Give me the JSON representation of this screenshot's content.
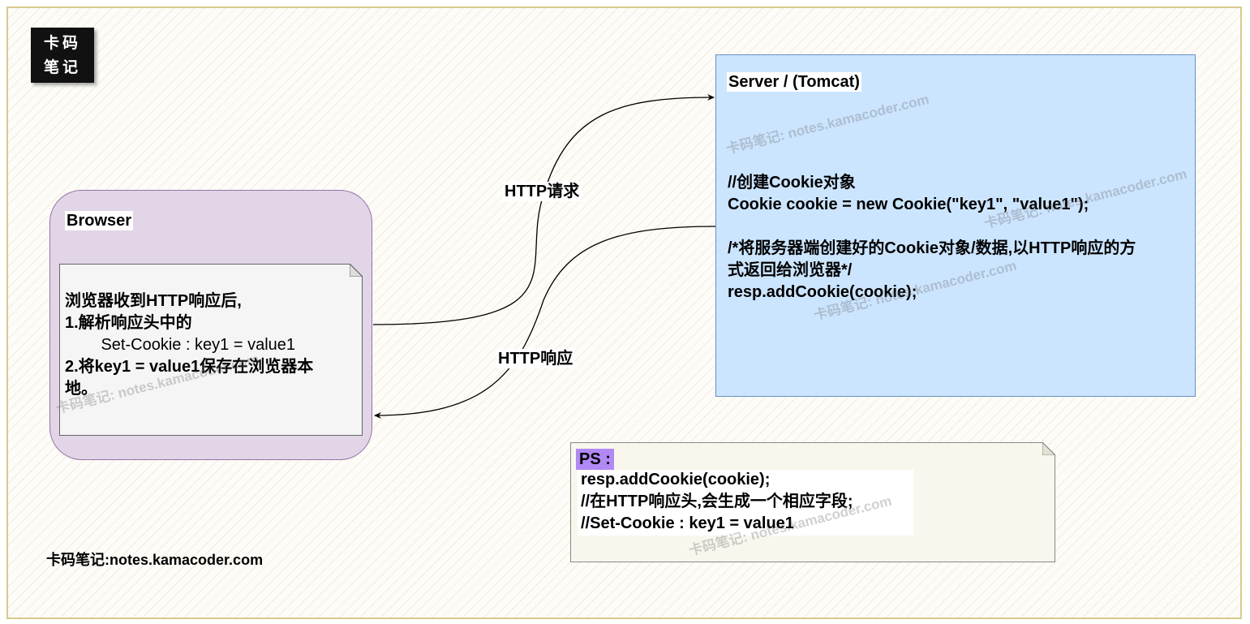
{
  "logo": {
    "line1": "卡码",
    "line2": "笔记"
  },
  "browser": {
    "title": "Browser",
    "note_lines": [
      "浏览器收到HTTP响应后,",
      "1.解析响应头中的",
      "        Set-Cookie : key1 = value1",
      "2.将key1 = value1保存在浏览器本",
      "地。"
    ]
  },
  "arrows": {
    "request_label": "HTTP请求",
    "response_label": "HTTP响应"
  },
  "server": {
    "title": "Server / (Tomcat)",
    "code_lines": [
      "//创建Cookie对象",
      "Cookie cookie = new Cookie(\"key1\", \"value1\");",
      "",
      "/*将服务器端创建好的Cookie对象/数据,以HTTP响应的方",
      "式返回给浏览器*/",
      "resp.addCookie(cookie);"
    ]
  },
  "ps": {
    "title": "PS :",
    "lines": [
      "resp.addCookie(cookie);",
      "//在HTTP响应头,会生成一个相应字段;",
      "//Set-Cookie : key1 = value1"
    ]
  },
  "footer": "卡码笔记:notes.kamacoder.com",
  "watermark": "卡码笔记: notes.kamacoder.com",
  "colors": {
    "browser_fill": "#e1d5e7",
    "browser_border": "#9673a6",
    "server_fill": "#cce5ff",
    "server_border": "#6c8ebf",
    "ps_highlight": "#b189f5"
  }
}
